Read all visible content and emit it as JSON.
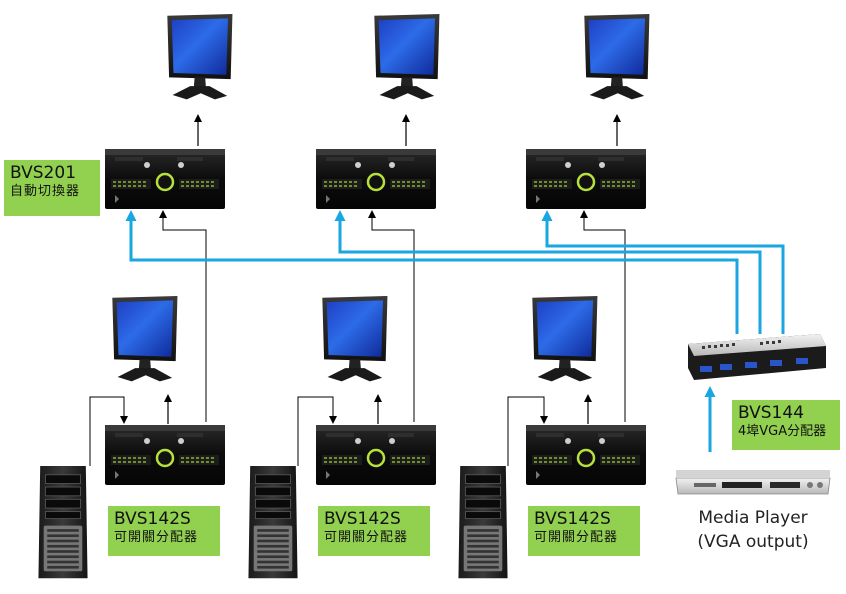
{
  "diagram": {
    "switcher_label": {
      "model": "BVS201",
      "desc": "自動切換器"
    },
    "splitter_labels": [
      {
        "model": "BVS142S",
        "desc": "可開關分配器"
      },
      {
        "model": "BVS142S",
        "desc": "可開關分配器"
      },
      {
        "model": "BVS142S",
        "desc": "可開關分配器"
      }
    ],
    "splitter4_label": {
      "model": "BVS144",
      "desc": "4埠VGA分配器"
    },
    "media_player": {
      "line1": "Media Player",
      "line2": "(VGA output)"
    },
    "colors": {
      "label_bg": "#92d050",
      "signal_line": "#1aa6e0",
      "black_line": "#000000"
    },
    "icons": [
      "monitor-icon",
      "kvm-box-icon",
      "pc-tower-icon",
      "splitter-box-icon",
      "dvd-player-icon"
    ]
  }
}
